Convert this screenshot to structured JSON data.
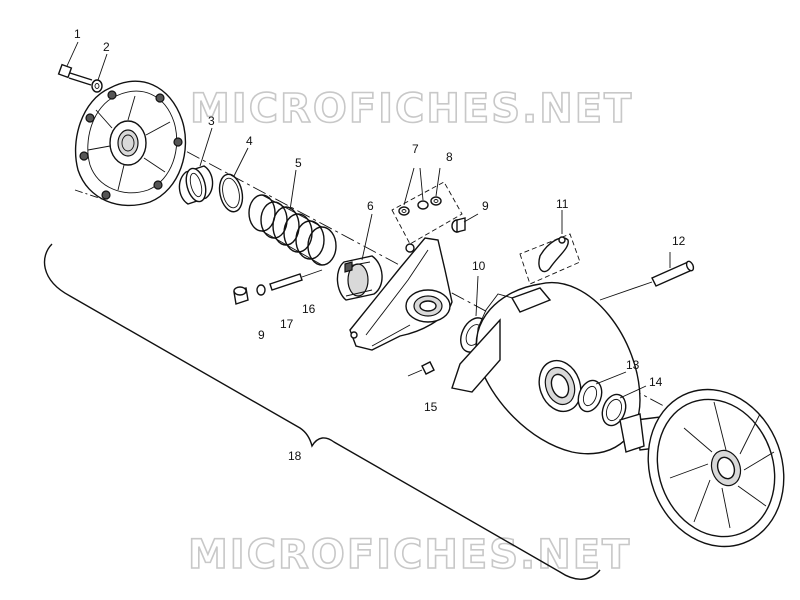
{
  "watermark": {
    "text": "MICROFICHES.NET"
  },
  "callouts": {
    "c1": "1",
    "c2": "2",
    "c3": "3",
    "c4": "4",
    "c5": "5",
    "c6": "6",
    "c7": "7",
    "c8": "8",
    "c9a": "9",
    "c9b": "9",
    "c10": "10",
    "c11": "11",
    "c12": "12",
    "c13": "13",
    "c14": "14",
    "c15": "15",
    "c16": "16",
    "c17": "17",
    "c18": "18"
  }
}
